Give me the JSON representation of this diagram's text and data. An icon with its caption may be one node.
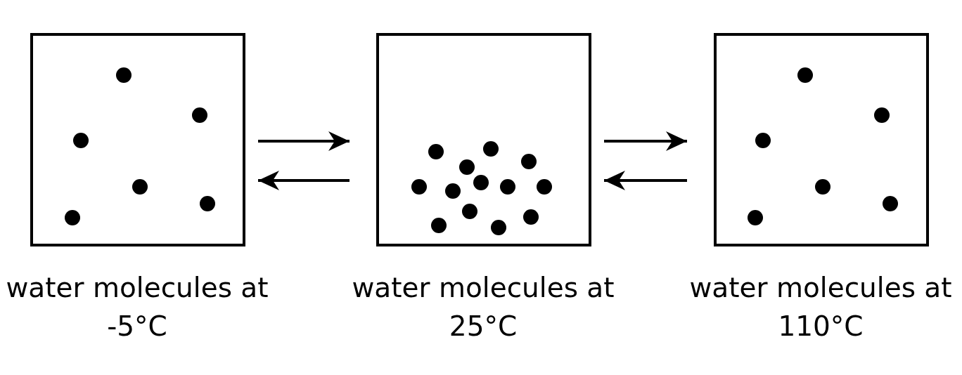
{
  "diagram": {
    "nodes": [
      {
        "text": [
          "water molecules at -5°C"
        ]
      },
      {
        "text": [
          "water molecules at 25°C"
        ]
      },
      {
        "text": [
          "water molecules at 110°C"
        ]
      }
    ],
    "edges": [
      {
        "from": 0,
        "to": 1,
        "arrow": "to"
      },
      {
        "from": 1,
        "to": 0,
        "arrow": "to"
      },
      {
        "from": 1,
        "to": 2,
        "arrow": "to"
      },
      {
        "from": 2,
        "to": 1,
        "arrow": "to"
      }
    ]
  }
}
